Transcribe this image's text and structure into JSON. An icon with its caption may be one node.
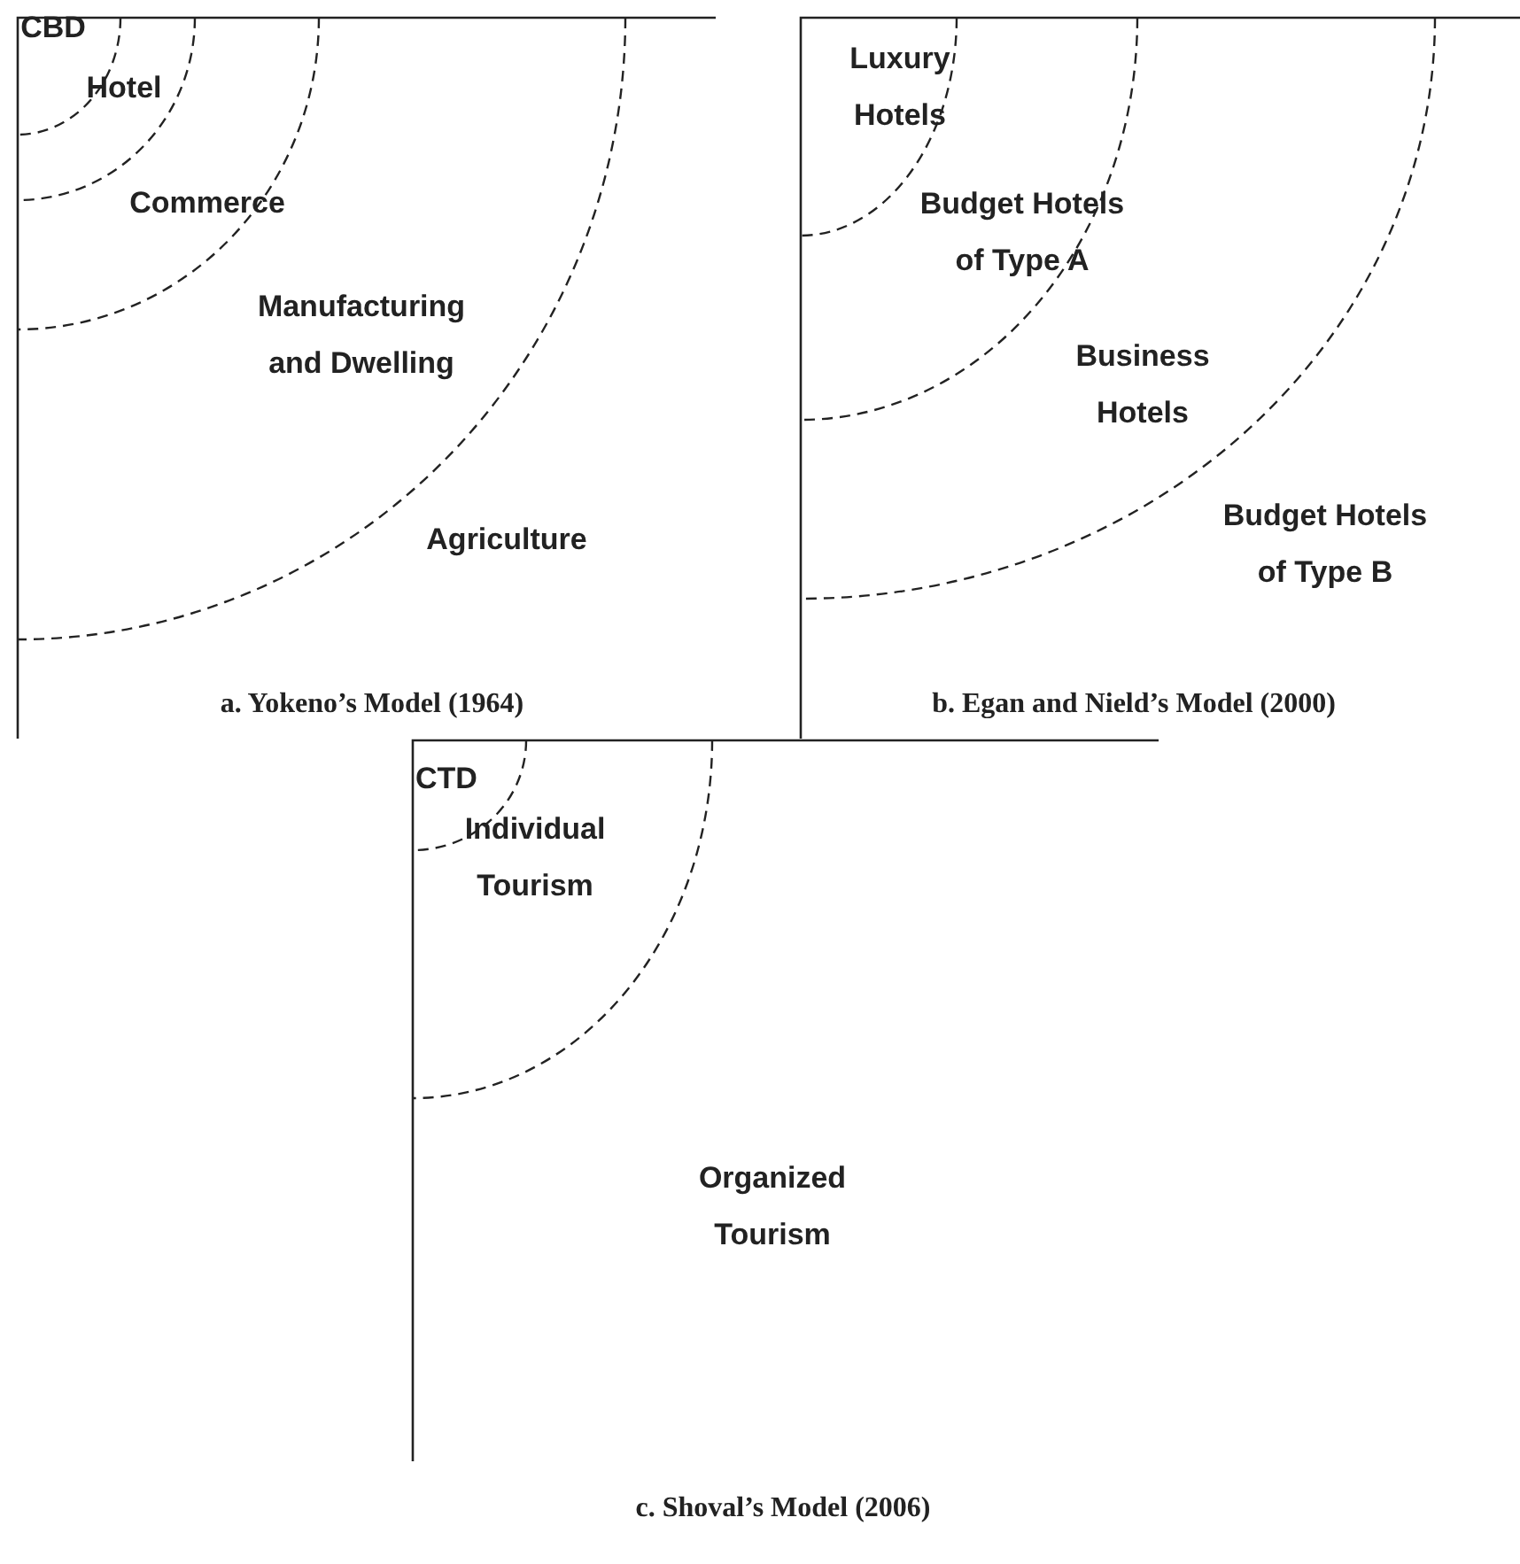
{
  "diagram": {
    "labels": [
      "CBD",
      "Hotel",
      "Commerce",
      "Manufacturing and Dwelling",
      "Agriculture",
      "a. Yokeno’s Model (1964)",
      "Luxury Hotels",
      "Budget Hotels of Type A",
      "Business Hotels",
      "Budget Hotels of Type B",
      "b. Egan and Nield’s Model (2000)",
      "CTD",
      "Individual Tourism",
      "Organized Tourism",
      "c. Shoval’s Model (2006)"
    ]
  }
}
